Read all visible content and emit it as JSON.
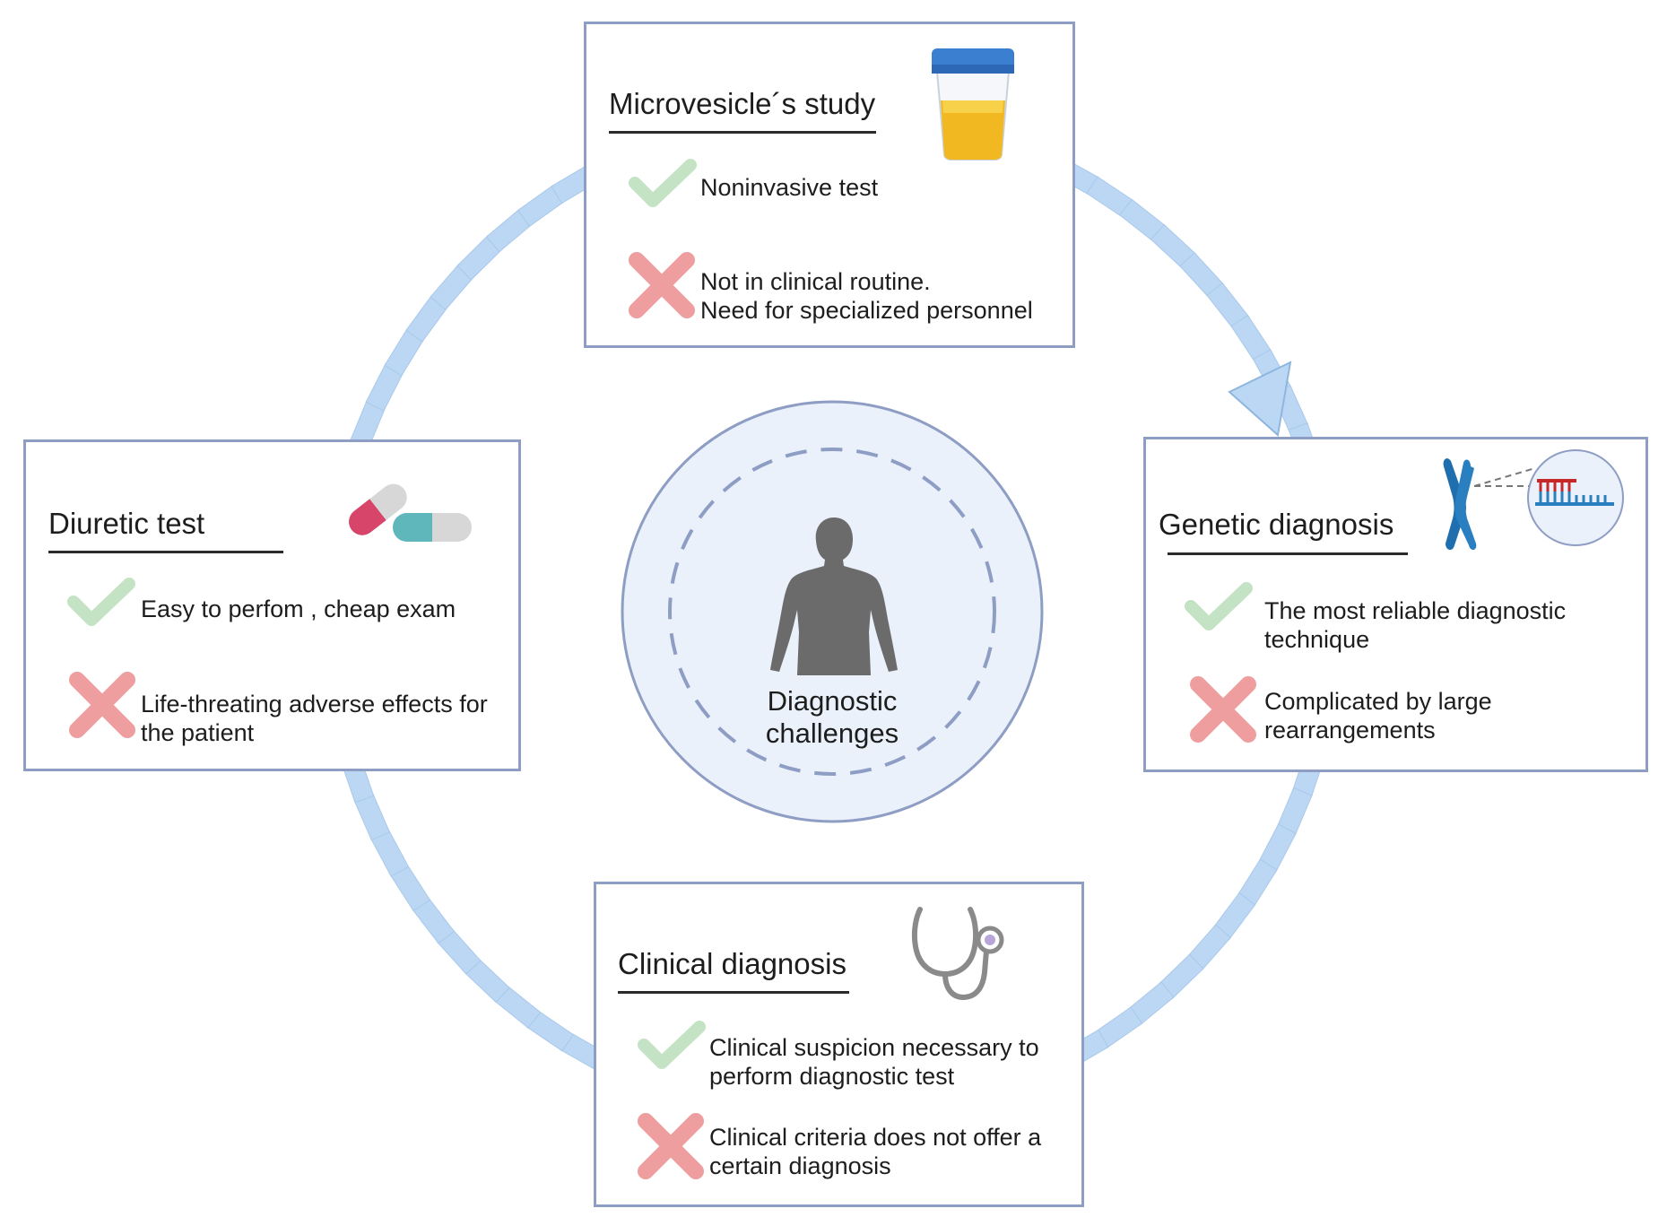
{
  "center": {
    "label_line1": "Diagnostic",
    "label_line2": "challenges",
    "icon": "human-silhouette-icon"
  },
  "boxes": {
    "microvesicle": {
      "title": "Microvesicle´s  study",
      "icon": "urine-sample-cup-icon",
      "pro": {
        "line1": "Noninvasive test"
      },
      "con": {
        "line1": "Not in clinical routine.",
        "line2": "Need for specialized personnel"
      }
    },
    "genetic": {
      "title": "Genetic diagnosis",
      "icon": "chromosome-dna-icon",
      "pro": {
        "line1": "The most reliable diagnostic",
        "line2": "technique"
      },
      "con": {
        "line1": "Complicated by large",
        "line2": "rearrangements"
      }
    },
    "clinical": {
      "title": "Clinical diagnosis",
      "icon": "stethoscope-icon",
      "pro": {
        "line1": "Clinical suspicion necessary to",
        "line2": "perform diagnostic test"
      },
      "con": {
        "line1": "Clinical criteria does not offer a",
        "line2": "certain diagnosis"
      }
    },
    "diuretic": {
      "title": "Diuretic test",
      "icon": "pill-capsules-icon",
      "pro": {
        "line1": "Easy to perfom , cheap exam"
      },
      "con": {
        "line1": "Life-threating adverse effects for",
        "line2": "the patient"
      }
    }
  },
  "colors": {
    "box_border": "#8e9dc4",
    "ring": "#bcd7f3",
    "check": "#c4e3c4",
    "cross": "#ee9e9e",
    "center_fill": "#eaf1fa"
  }
}
